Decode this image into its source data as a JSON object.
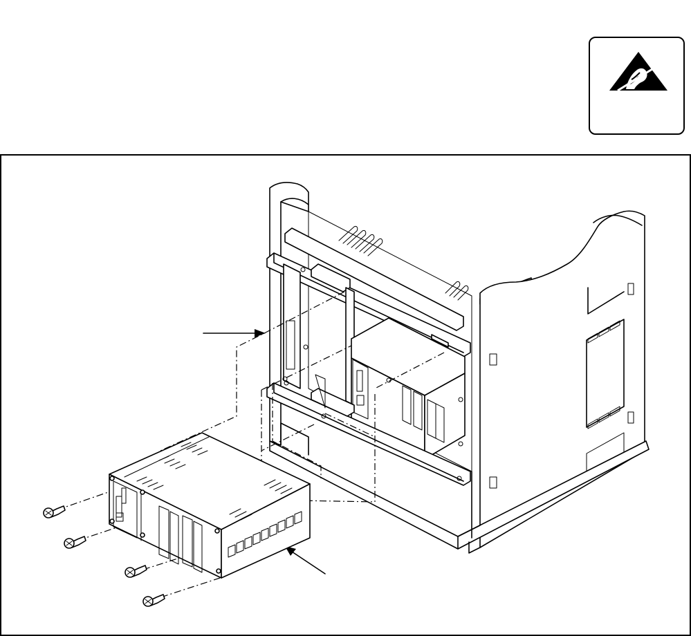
{
  "figure": {
    "type": "exploded installation diagram",
    "components": [
      "esd-warning-symbol",
      "shelf-chassis",
      "power-supply-unit",
      "mounting-screw"
    ],
    "screw_count": 4,
    "callout_arrow_count": 2
  },
  "colors": {
    "line": "#000000",
    "background": "#ffffff"
  },
  "icons": {
    "esd": "esd-warning-triangle-icon",
    "screw": "screw-icon"
  }
}
